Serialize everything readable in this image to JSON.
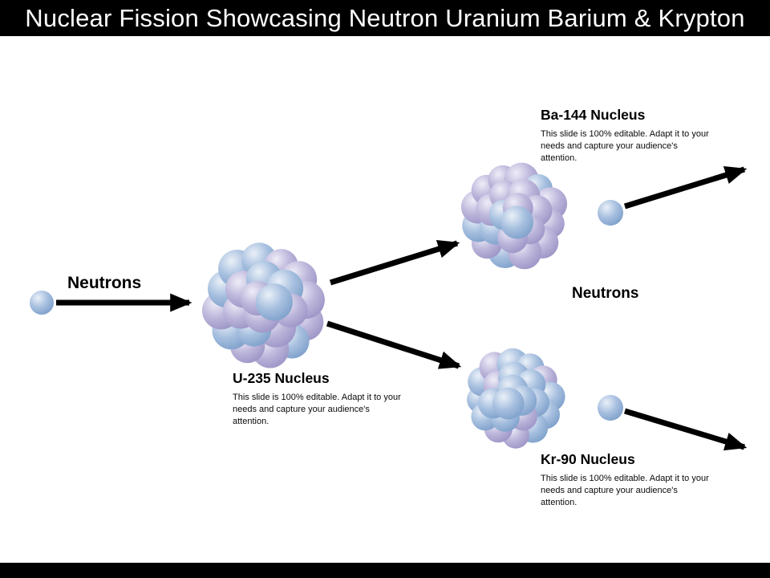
{
  "header": {
    "title": "Nuclear Fission Showcasing Neutron Uranium Barium & Krypton"
  },
  "labels": {
    "neutrons_left": "Neutrons",
    "neutrons_right": "Neutrons"
  },
  "nuclei": {
    "u235": {
      "title": "U-235 Nucleus",
      "description": "This slide is 100% editable. Adapt it to your needs and capture your audience's attention."
    },
    "ba144": {
      "title": "Ba-144 Nucleus",
      "description": "This slide is 100% editable. Adapt it to your needs and capture your audience's attention."
    },
    "kr90": {
      "title": "Kr-90 Nucleus",
      "description": "This slide is 100% editable. Adapt it to your needs and capture your audience's attention."
    }
  },
  "colors": {
    "bar_background": "#000000",
    "bar_text": "#ffffff",
    "arrow": "#000000",
    "text": "#000000",
    "sphere_blue": "#6f94c2",
    "sphere_purple": "#8f88be"
  }
}
